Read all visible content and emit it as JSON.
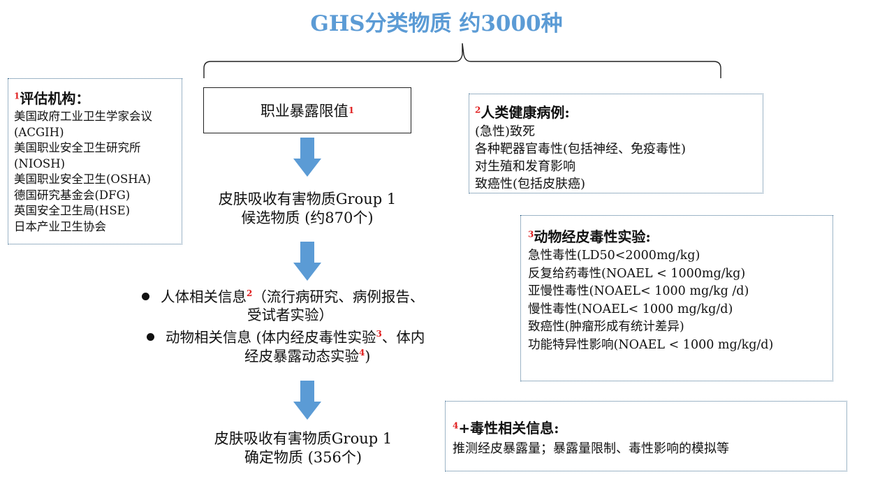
{
  "title": "GHS分类物质 约3000种",
  "box_oel": {
    "text": "职业暴露限值",
    "ref": "1"
  },
  "box_eval": {
    "ref": "1",
    "heading": "评估机构：",
    "lines": [
      "美国政府工业卫生学家会议",
      "(ACGIH)",
      "美国职业安全卫生研究所",
      "(NIOSH)",
      "美国职业安全卫生(OSHA)",
      "德国研究基金会(DFG)",
      "英国安全卫生局(HSE)",
      "日本产业卫生协会"
    ]
  },
  "box_human": {
    "ref": "2",
    "heading": "人类健康病例:",
    "lines": [
      "(急性)致死",
      "各种靶器官毒性(包括神经、免疫毒性)",
      "对生殖和发育影响",
      "致癌性(包括皮肤癌)"
    ]
  },
  "box_animal": {
    "ref": "3",
    "heading": "动物经皮毒性实验:",
    "lines": [
      "急性毒性(LD50<2000mg/kg)",
      "反复给药毒性(NOAEL < 1000mg/kg)",
      "亚慢性毒性(NOAEL< 1000 mg/kg /d)",
      "慢性毒性(NOAEL< 1000 mg/kg/d)",
      "致癌性(肿瘤形成有统计差异)",
      "功能特异性影响(NOAEL < 1000 mg/kg/d)"
    ]
  },
  "box_tox": {
    "ref": "4",
    "heading": "+毒性相关信息:",
    "line": "推测经皮暴露量；暴露量限制、毒性影响的模拟等"
  },
  "candidate": {
    "line1": "皮肤吸收有害物质Group 1",
    "line2": "候选物质 (约870个)"
  },
  "info": {
    "human_text": "人体相关信息",
    "human_ref": "2",
    "human_paren": "（流行病研究、病例报告、",
    "human_line2": "受试者实验）",
    "animal_text": "动物相关信息 (体内经皮毒性实验",
    "animal_ref": "3",
    "animal_cont": "、体内",
    "animal_line2": "经皮暴露动态实验",
    "animal_ref2": "4",
    "animal_close": ")"
  },
  "confirmed": {
    "line1": "皮肤吸收有害物质Group 1",
    "line2": "确定物质 (356个)"
  },
  "colors": {
    "title": "#5b9bd5",
    "arrow": "#5b9bd5",
    "ref": "#e02020"
  }
}
